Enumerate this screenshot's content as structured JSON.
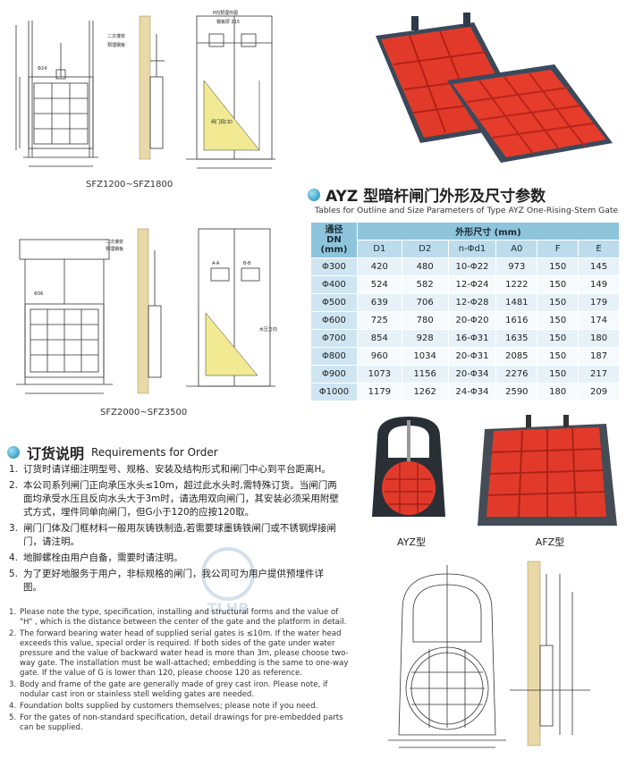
{
  "drawings": {
    "top_caption": "SFZ1200~SFZ1800",
    "bottom_caption": "SFZ2000~SFZ3500",
    "labels_small": {
      "second_pour": "二次灌浆",
      "embed_plate": "预埋钢板",
      "p_view": "P向预埋件图",
      "plate_thk": "钢板厚 Σ15",
      "gate_opening": "闸门洞口D",
      "direction": "水压方向",
      "section_aa": "A-A",
      "section_bb": "B-B",
      "phi24": "Φ24",
      "phi36": "Φ36"
    }
  },
  "ayz": {
    "title": "AYZ 型暗杆闸门外形及尺寸参数",
    "subtitle": "Tables for Outline and Size Parameters of Type AYZ One-Rising-Stem Gate",
    "table": {
      "dn_header_line1": "通径",
      "dn_header_line2": "DN",
      "dn_header_unit": "(mm)",
      "group_header": "外形尺寸 (mm)",
      "columns": [
        "D1",
        "D2",
        "n-Φd1",
        "A0",
        "F",
        "E"
      ],
      "rows": [
        {
          "dn": "Φ300",
          "vals": [
            "420",
            "480",
            "10-Φ22",
            "973",
            "150",
            "145"
          ]
        },
        {
          "dn": "Φ400",
          "vals": [
            "524",
            "582",
            "12-Φ24",
            "1222",
            "150",
            "149"
          ]
        },
        {
          "dn": "Φ500",
          "vals": [
            "639",
            "706",
            "12-Φ28",
            "1481",
            "150",
            "179"
          ]
        },
        {
          "dn": "Φ600",
          "vals": [
            "725",
            "780",
            "20-Φ20",
            "1616",
            "150",
            "174"
          ]
        },
        {
          "dn": "Φ700",
          "vals": [
            "854",
            "928",
            "16-Φ31",
            "1635",
            "150",
            "180"
          ]
        },
        {
          "dn": "Φ800",
          "vals": [
            "960",
            "1034",
            "20-Φ31",
            "2085",
            "150",
            "187"
          ]
        },
        {
          "dn": "Φ900",
          "vals": [
            "1073",
            "1156",
            "20-Φ34",
            "2276",
            "150",
            "217"
          ]
        },
        {
          "dn": "Φ1000",
          "vals": [
            "1179",
            "1262",
            "24-Φ34",
            "2590",
            "180",
            "209"
          ]
        }
      ]
    }
  },
  "requirements": {
    "title_cn": "订货说明",
    "title_en": "Requirements for Order",
    "cn_items": [
      {
        "num": "1.",
        "text": "订货时请详细注明型号、规格、安装及结构形式和闸门中心到平台距离H。"
      },
      {
        "num": "2.",
        "text": "本公司系列闸门正向承压水头≤10m，超过此水头时,需特殊订货。当闸门两面均承受水压且反向水头大于3m时，请选用双向闸门，其安装必须采用附壁式方式，埋件同单向闸门，但G小于120的应按120取。"
      },
      {
        "num": "3.",
        "text": "闸门门体及门框材料一般用灰铸铁制造,若需要球墨铸铁闸门或不锈钢焊接闸门，请注明。"
      },
      {
        "num": "4.",
        "text": "地脚螺栓由用户自备，需要时请注明。"
      },
      {
        "num": "5.",
        "text": "为了更好地服务于用户，非标规格的闸门，我公司可为用户提供预埋件详图。"
      }
    ],
    "en_items": [
      {
        "num": "1.",
        "text": "Please note the type, specification, installing and structural forms and the value of  \"H\" , which is the distance between the center of the gate and the platform in detail."
      },
      {
        "num": "2.",
        "text": "The forward bearing water head of supplied serial gates is ≤10m. If the water head exceeds this value, special order is required. If both sides of the gate under water pressure and the value of backward water head is more than 3m, please choose two-way gate. The installation must be wall-attached; embedding is the same to one-way gate. If the value of G is lower than 120, please choose 120 as reference."
      },
      {
        "num": "3.",
        "text": "Body and frame of the gate are generally made of grey cast iron. Please note, if nodular cast iron or stainless stell welding gates are needed."
      },
      {
        "num": "4.",
        "text": "Foundation bolts supplied by customers themselves; please note if you need."
      },
      {
        "num": "5.",
        "text": "For the gates of non-standard specification, detail drawings for pre-embedded parts can be supplied."
      }
    ]
  },
  "photos": {
    "ayz_label": "AYZ型",
    "afz_label": "AFZ型"
  },
  "watermark": "TLHB",
  "colors": {
    "gate_red": "#e23a2a",
    "gate_frame": "#4a5566",
    "table_header": "#8ec4dc"
  }
}
